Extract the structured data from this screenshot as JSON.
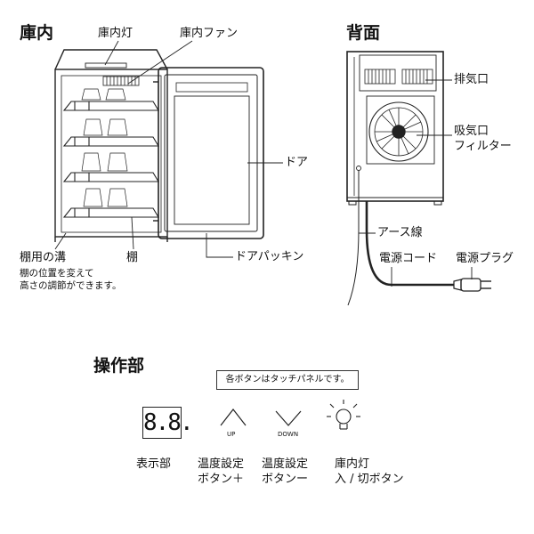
{
  "interior": {
    "heading": "庫内",
    "lamp": "庫内灯",
    "fan": "庫内ファン",
    "door": "ドア",
    "shelf_groove": "棚用の溝",
    "shelf_note_1": "棚の位置を変えて",
    "shelf_note_2": "高さの調節ができます。",
    "shelf": "棚",
    "door_packing": "ドアパッキン"
  },
  "back": {
    "heading": "背面",
    "exhaust": "排気口",
    "intake_1": "吸気口",
    "intake_2": "フィルター",
    "ground_wire": "アース線",
    "power_cord": "電源コード",
    "power_plug": "電源プラグ"
  },
  "panel": {
    "heading": "操作部",
    "note": "各ボタンはタッチパネルです。",
    "display_digits": "8.8.",
    "display_label": "表示部",
    "up_text": "UP",
    "down_text": "DOWN",
    "temp_plus_1": "温度設定",
    "temp_plus_2": "ボタン＋",
    "temp_minus_1": "温度設定",
    "temp_minus_2": "ボタンー",
    "lamp_btn_1": "庫内灯",
    "lamp_btn_2": "入 / 切ボタン"
  }
}
